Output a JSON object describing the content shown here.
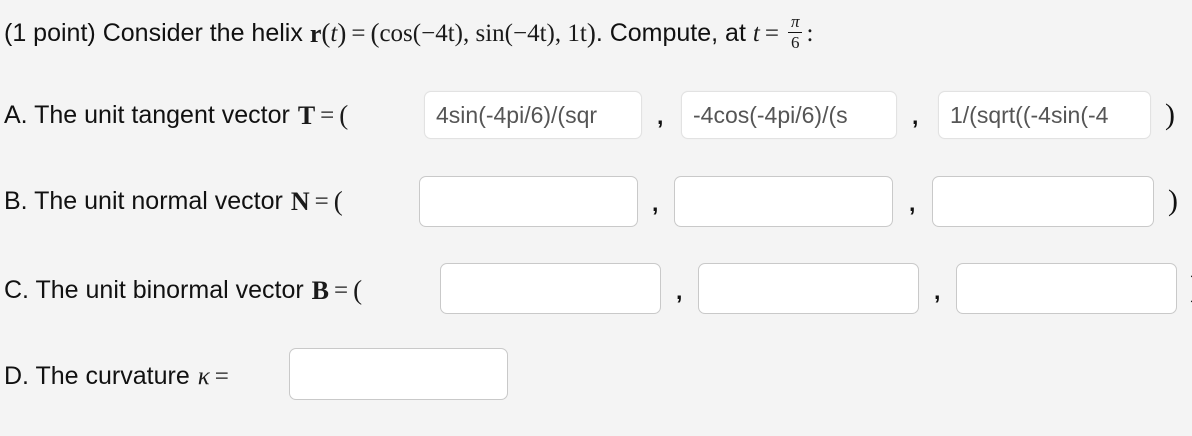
{
  "problem": {
    "points": "(1 point)",
    "intro": "Consider the helix",
    "function_name": "r",
    "function_arg": "t",
    "equals": "=",
    "vector_open": "(",
    "component_1": "cos(−4t)",
    "component_2": "sin(−4t)",
    "component_3": "1t",
    "vector_close": ")",
    "compute_text": ". Compute, at",
    "t_var": "t",
    "t_equals": "=",
    "t_value_num": "π",
    "t_value_den": "6",
    "colon": ":"
  },
  "parts": [
    {
      "id": "A",
      "label": "A. The unit tangent vector",
      "symbol": "T",
      "equals": "=",
      "open_paren": "(",
      "close_paren": ")",
      "separator": ",",
      "fields": [
        {
          "name": "tangent-x",
          "value": "4sin(-4pi/6)/(sqr",
          "filled": true
        },
        {
          "name": "tangent-y",
          "value": "-4cos(-4pi/6)/(s",
          "filled": true
        },
        {
          "name": "tangent-z",
          "value": "1/(sqrt((-4sin(-4",
          "filled": true
        }
      ]
    },
    {
      "id": "B",
      "label": "B. The unit normal vector",
      "symbol": "N",
      "equals": "=",
      "open_paren": "(",
      "close_paren": ")",
      "separator": ",",
      "fields": [
        {
          "name": "normal-x",
          "value": "",
          "filled": false
        },
        {
          "name": "normal-y",
          "value": "",
          "filled": false
        },
        {
          "name": "normal-z",
          "value": "",
          "filled": false
        }
      ]
    },
    {
      "id": "C",
      "label": "C. The unit binormal vector",
      "symbol": "B",
      "equals": "=",
      "open_paren": "(",
      "close_paren": ")",
      "separator": ",",
      "fields": [
        {
          "name": "binormal-x",
          "value": "",
          "filled": false
        },
        {
          "name": "binormal-y",
          "value": "",
          "filled": false
        },
        {
          "name": "binormal-z",
          "value": "",
          "filled": false
        }
      ]
    },
    {
      "id": "D",
      "label": "D. The curvature",
      "symbol": "κ",
      "equals": "=",
      "fields": [
        {
          "name": "curvature",
          "value": "",
          "filled": false
        }
      ]
    }
  ],
  "colors": {
    "background": "#f4f4f4",
    "field_background": "#ffffff",
    "field_border_empty": "#c9c9c9",
    "field_border_filled": "#e2e2e2",
    "text": "#111111",
    "field_text": "#555555"
  }
}
